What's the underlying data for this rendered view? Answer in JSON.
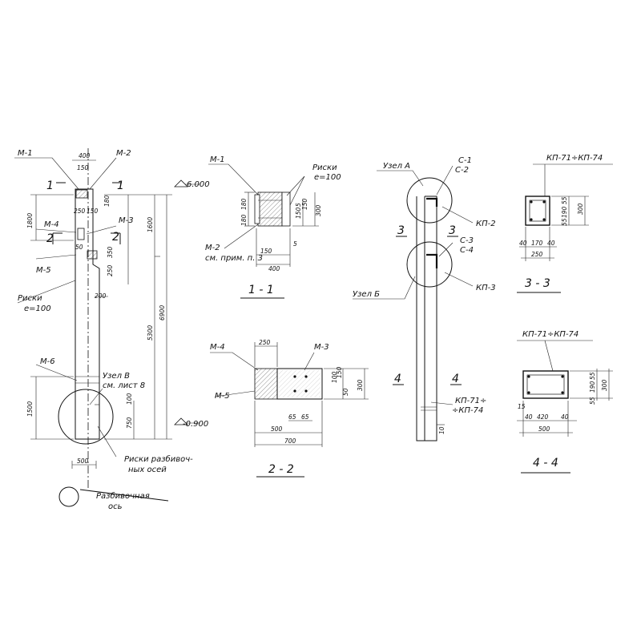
{
  "drawing": {
    "column": {
      "labels": {
        "m1": "М-1",
        "m2": "М-2",
        "m4": "М-4",
        "m3": "М-3",
        "m5": "М-5",
        "m6": "М-6",
        "risk_1": "Риски",
        "risk_2": "е=100",
        "node_v_1": "Узел В",
        "node_v_2": "см. лист 8",
        "axis_risks_1": "Риски разбивоч-",
        "axis_risks_2": "ных осей",
        "axis_1": "Разбивочная",
        "axis_2": "ось",
        "cut1_left": "1",
        "cut1_right": "1",
        "cut2_left": "2",
        "cut2_right": "2",
        "elev_top": "6.000",
        "elev_bottom": "-0.900"
      },
      "dims": {
        "d400": "400",
        "d150": "150",
        "d250": "250",
        "d150b": "150",
        "d180": "180",
        "d1800": "1800",
        "d50": "50",
        "d350": "350",
        "d250b": "250",
        "d200": "200",
        "d1600": "1600",
        "d5300": "5300",
        "d6900": "6900",
        "d1500": "1500",
        "d100": "100",
        "d750": "750",
        "d500": "500"
      }
    },
    "section_1_1": {
      "title": "1 - 1",
      "labels": {
        "m1": "М-1",
        "risk_1": "Риски",
        "risk_2": "е=100",
        "m2": "М-2",
        "m2_note": "см. прим. п. 3"
      },
      "dims": {
        "d180a": "180",
        "d180b": "180",
        "d5a": "5",
        "d150a": "150",
        "d150b": "150",
        "d300": "300",
        "d5b": "5",
        "d150c": "150",
        "d400": "400"
      }
    },
    "section_2_2": {
      "title": "2 - 2",
      "labels": {
        "m4": "М-4",
        "m3": "М-3",
        "m5": "М-5"
      },
      "dims": {
        "d250": "250",
        "d100": "100",
        "d150": "150",
        "d50": "50",
        "d300": "300",
        "d65a": "65",
        "d65b": "65",
        "d500": "500",
        "d700": "700"
      }
    },
    "side_view": {
      "labels": {
        "node_a": "Узел А",
        "c1": "С-1",
        "c2": "С-2",
        "kp2": "КП-2",
        "c3": "С-3",
        "c4": "С-4",
        "kp3": "КП-3",
        "node_b": "Узел Б",
        "cut3_left": "3",
        "cut3_right": "3",
        "cut4_left": "4",
        "cut4_right": "4",
        "kp71_1": "КП-71÷",
        "kp71_2": "÷КП-74",
        "d10": "10"
      }
    },
    "section_3_3": {
      "title": "3 - 3",
      "labels": {
        "kp": "КП-71÷КП-74"
      },
      "dims": {
        "d55a": "55",
        "d190": "190",
        "d55b": "55",
        "d300": "300",
        "d40a": "40",
        "d170": "170",
        "d40b": "40",
        "d250": "250"
      }
    },
    "section_4_4": {
      "title": "4 - 4",
      "labels": {
        "kp": "КП-71÷КП-74"
      },
      "dims": {
        "d55a": "55",
        "d190": "190",
        "d55b": "55",
        "d300": "300",
        "d15": "15",
        "d40a": "40",
        "d420": "420",
        "d40b": "40",
        "d500": "500"
      }
    }
  }
}
